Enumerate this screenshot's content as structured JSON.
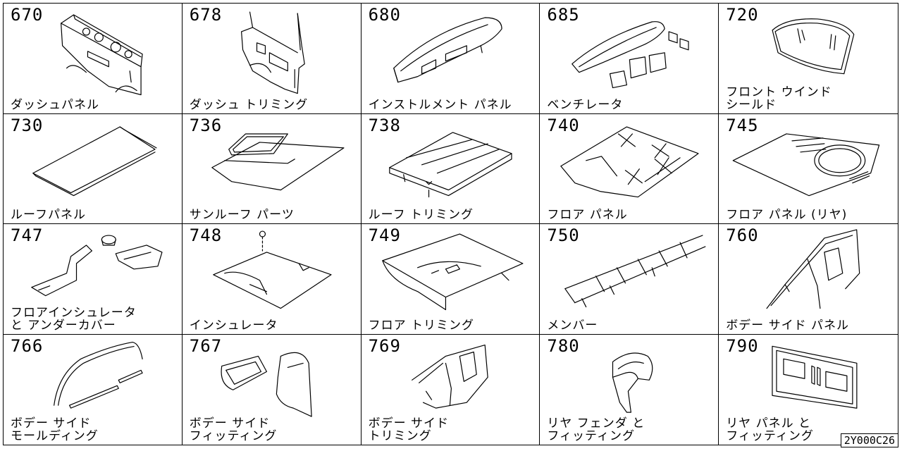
{
  "grid": {
    "items": [
      {
        "number": "670",
        "label": "ダッシュパネル",
        "icon": "dash-panel-icon"
      },
      {
        "number": "678",
        "label": "ダッシュ トリミング",
        "icon": "dash-trimming-icon"
      },
      {
        "number": "680",
        "label": "インストルメント パネル",
        "icon": "instrument-panel-icon"
      },
      {
        "number": "685",
        "label": "ベンチレータ",
        "icon": "ventilator-icon"
      },
      {
        "number": "720",
        "label": "フロント ウインド\nシールド",
        "icon": "windshield-icon"
      },
      {
        "number": "730",
        "label": "ルーフパネル",
        "icon": "roof-panel-icon"
      },
      {
        "number": "736",
        "label": "サンルーフ パーツ",
        "icon": "sunroof-parts-icon"
      },
      {
        "number": "738",
        "label": "ルーフ トリミング",
        "icon": "roof-trimming-icon"
      },
      {
        "number": "740",
        "label": "フロア パネル",
        "icon": "floor-panel-icon"
      },
      {
        "number": "745",
        "label": "フロア パネル (リヤ)",
        "icon": "rear-floor-panel-icon"
      },
      {
        "number": "747",
        "label": "フロアインシュレータ\nと アンダーカバー",
        "icon": "floor-insulator-icon"
      },
      {
        "number": "748",
        "label": "インシュレータ",
        "icon": "insulator-icon"
      },
      {
        "number": "749",
        "label": "フロア トリミング",
        "icon": "floor-trimming-icon"
      },
      {
        "number": "750",
        "label": "メンバー",
        "icon": "member-frame-icon"
      },
      {
        "number": "760",
        "label": "ボデー サイド パネル",
        "icon": "body-side-panel-icon"
      },
      {
        "number": "766",
        "label": "ボデー サイド\nモールディング",
        "icon": "side-molding-icon"
      },
      {
        "number": "767",
        "label": "ボデー サイド\nフィッティング",
        "icon": "side-fitting-icon"
      },
      {
        "number": "769",
        "label": "ボデー サイド\nトリミング",
        "icon": "side-trimming-icon"
      },
      {
        "number": "780",
        "label": "リヤ フェンダ と\nフィッティング",
        "icon": "rear-fender-icon"
      },
      {
        "number": "790",
        "label": "リヤ パネル と\nフィッティング",
        "icon": "rear-panel-icon"
      }
    ]
  },
  "footer": {
    "code": "2Y000C26"
  }
}
